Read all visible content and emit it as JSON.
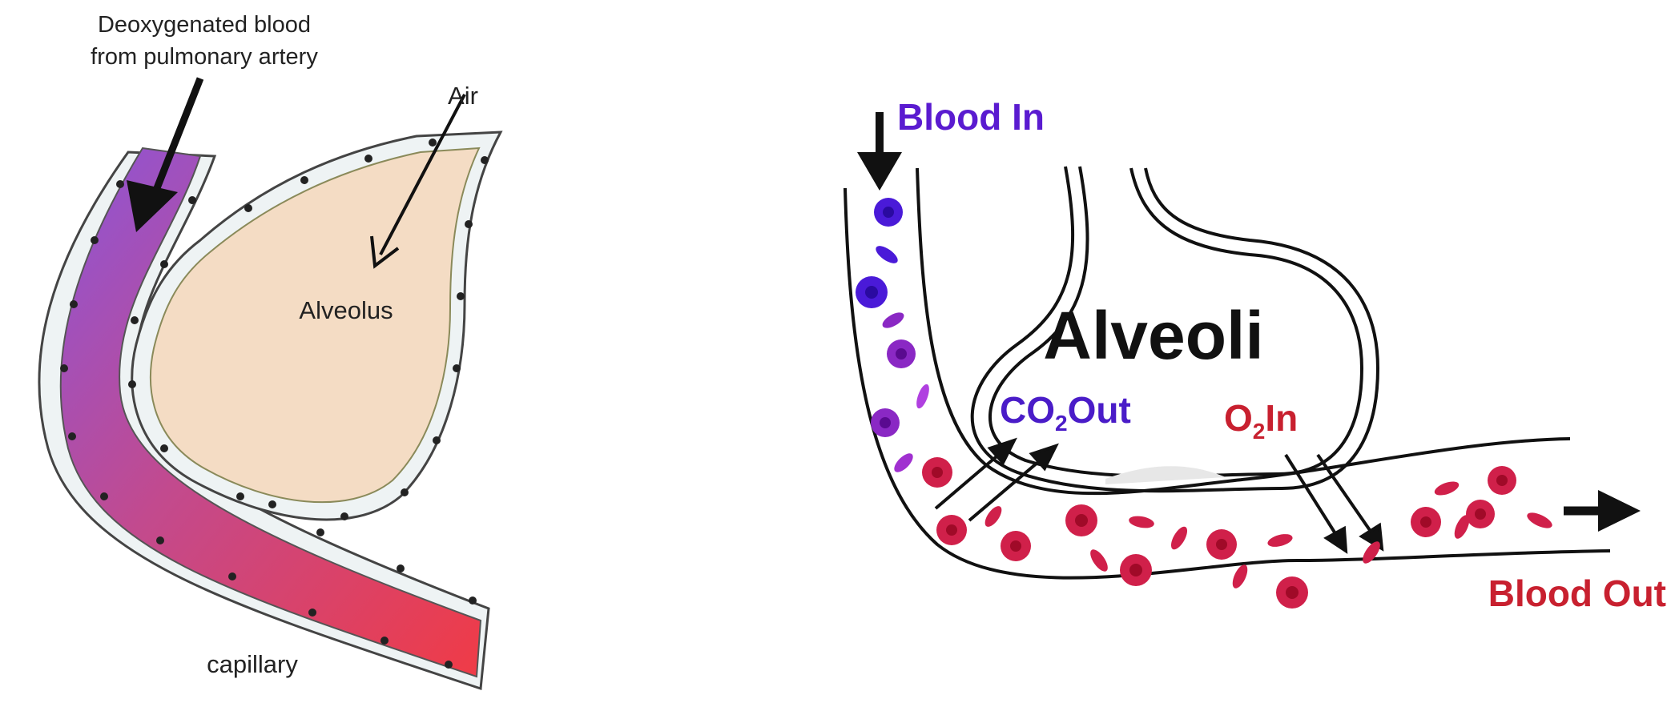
{
  "left_diagram": {
    "top_label_line1": "Deoxygenated blood",
    "top_label_line2": "from pulmonary artery",
    "air_label": "Air",
    "alveolus_label": "Alveolus",
    "capillary_label": "capillary",
    "colors": {
      "deoxygenated": "#8c55d8",
      "oxygenated": "#f03b46",
      "alveolus_fill": "#f4dcc4",
      "wall_cells": "#eef3f4"
    }
  },
  "right_diagram": {
    "blood_in": "Blood In",
    "alveoli": "Alveoli",
    "co2_main": "CO",
    "co2_sub": "2",
    "co2_suffix": "Out",
    "o2_main": "O",
    "o2_sub": "2",
    "o2_suffix": "In",
    "blood_out": "Blood Out",
    "colors": {
      "blood_in_text": "#5a1bd0",
      "co2_text": "#4a1cc8",
      "o2_text": "#c8202f",
      "blood_out_text": "#c8202f",
      "deoxy_cell": "#4a1ad8",
      "mixed_cell": "#8a28c4",
      "oxy_cell": "#d0204a"
    }
  }
}
